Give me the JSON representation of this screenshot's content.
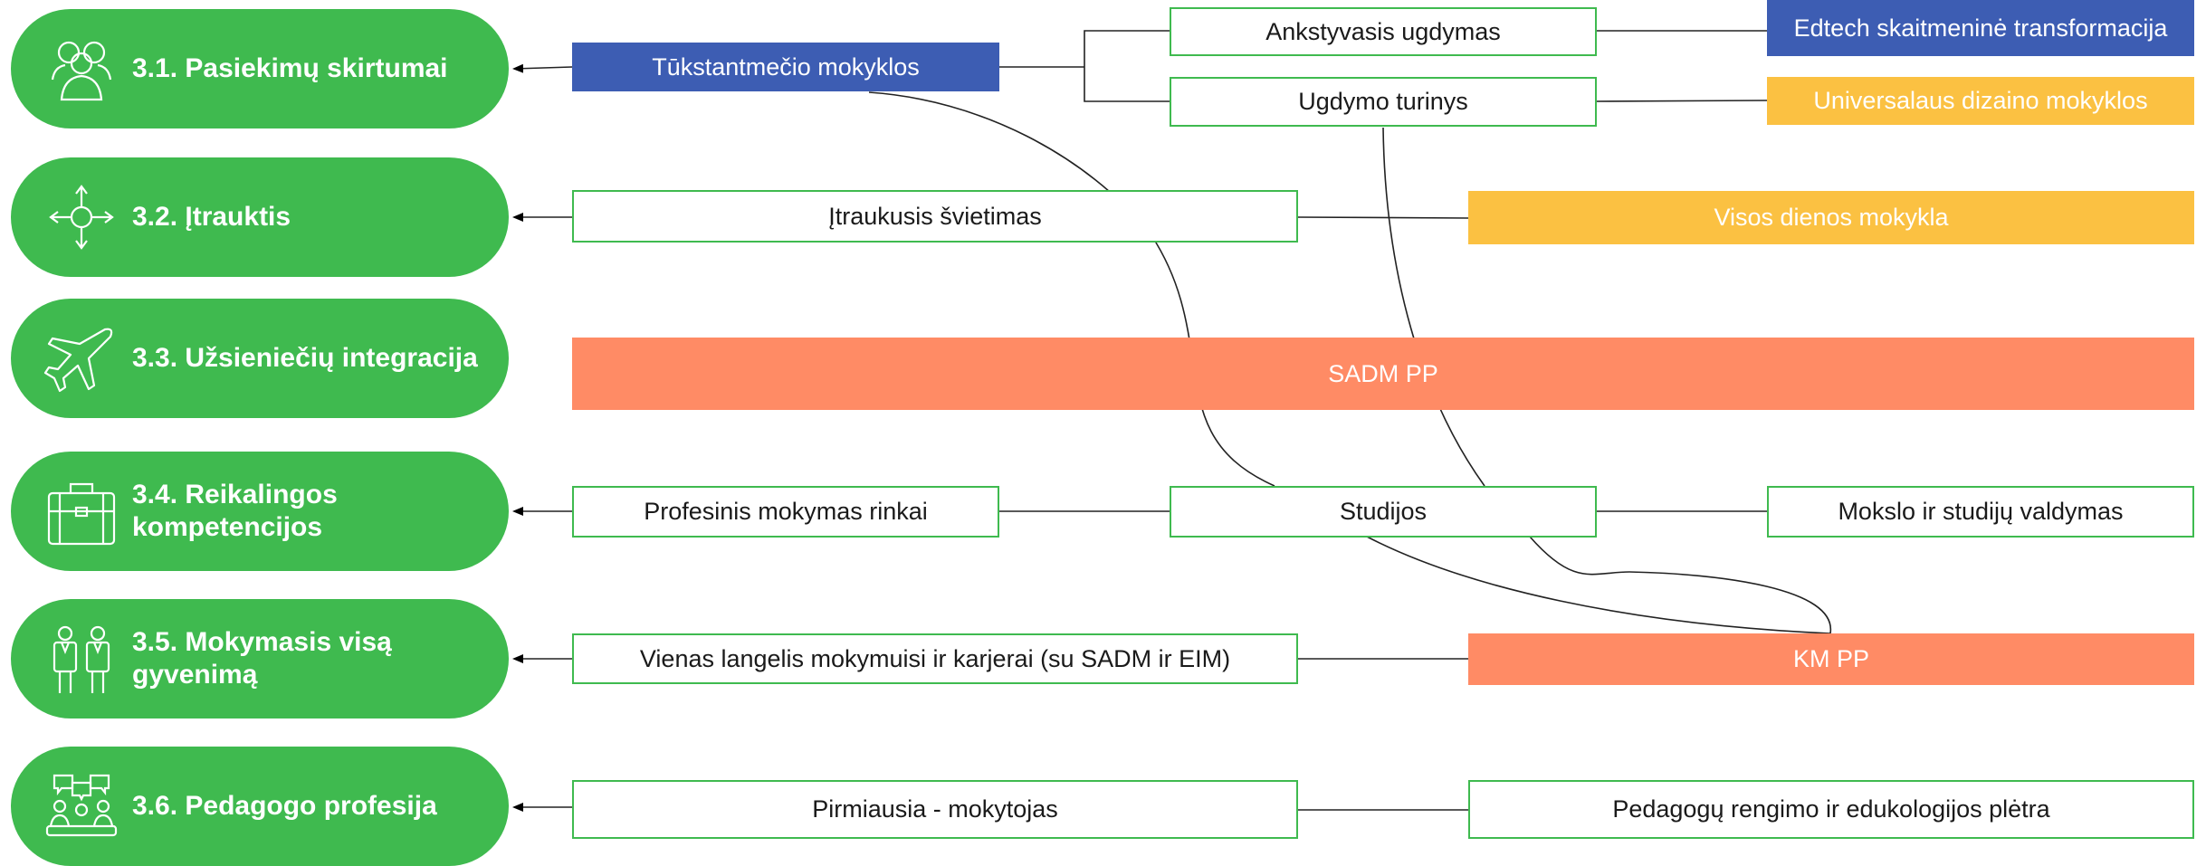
{
  "categories": [
    {
      "icon": "people-group-icon",
      "label": "3.1. Pasiekimų skirtumai"
    },
    {
      "icon": "arrows-hub-icon",
      "label": "3.2. Įtrauktis"
    },
    {
      "icon": "airplane-icon",
      "label": "3.3. Užsieniečių integracija"
    },
    {
      "icon": "briefcase-icon",
      "label": "3.4. Reikalingos kompetencijos"
    },
    {
      "icon": "two-people-icon",
      "label": "3.5. Mokymasis visą gyvenimą"
    },
    {
      "icon": "meeting-table-icon",
      "label": "3.6. Pedagogo profesija"
    }
  ],
  "nodes": {
    "tukstantmecio": "Tūkstantmečio mokyklos",
    "ankstyvasis": "Ankstyvasis ugdymas",
    "ugdymo_turinys": "Ugdymo turinys",
    "edtech": "Edtech skaitmeninė transformacija",
    "universalaus": "Universalaus dizaino mokyklos",
    "itraukusis": "Įtraukusis švietimas",
    "visos_dienos": "Visos dienos mokykla",
    "sadm_pp": "SADM PP",
    "profesinis": "Profesinis mokymas rinkai",
    "studijos": "Studijos",
    "mokslo": "Mokslo ir studijų valdymas",
    "vienas_langelis": "Vienas langelis mokymuisi ir karjerai (su SADM ir EIM)",
    "km_pp": "KM PP",
    "pirmiausia": "Pirmiausia - mokytojas",
    "pedagogu": "Pedagogų rengimo ir edukologijos plėtra"
  },
  "colors": {
    "pill_green": "#3fba4f",
    "blue": "#3d5db3",
    "yellow": "#fbc142",
    "orange": "#ff8b65"
  }
}
